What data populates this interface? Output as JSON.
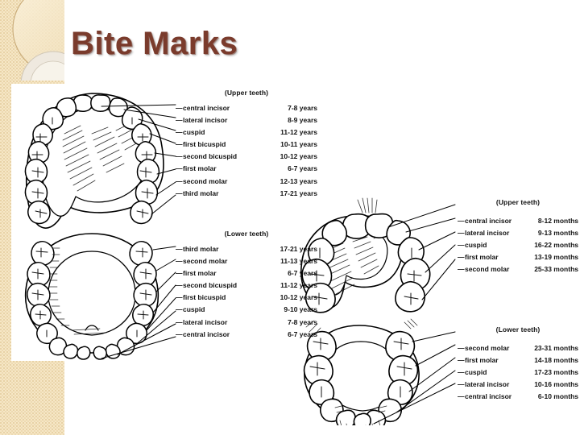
{
  "slide": {
    "title": "Bite Marks",
    "title_color": "#7a3b2c",
    "background_color": "#ffffff",
    "accent_color": "#f6e7c6"
  },
  "figures": {
    "adult": {
      "name": "permanent-dentition-diagram",
      "upper": {
        "heading": "(Upper teeth)",
        "rows": [
          {
            "dash": "—",
            "name": "central incisor",
            "age": "7-8 years"
          },
          {
            "dash": "—",
            "name": "lateral incisor",
            "age": "8-9 years"
          },
          {
            "dash": "—",
            "name": "cuspid",
            "age": "11-12 years"
          },
          {
            "dash": "—",
            "name": "first bicuspid",
            "age": "10-11 years"
          },
          {
            "dash": "—",
            "name": "second bicuspid",
            "age": "10-12 years"
          },
          {
            "dash": "—",
            "name": "first molar",
            "age": "6-7 years"
          },
          {
            "dash": "—",
            "name": "second molar",
            "age": "12-13 years"
          },
          {
            "dash": "—",
            "name": "third molar",
            "age": "17-21 years"
          }
        ]
      },
      "lower": {
        "heading": "(Lower teeth)",
        "rows": [
          {
            "dash": "—",
            "name": "third molar",
            "age": "17-21 years"
          },
          {
            "dash": "—",
            "name": "second molar",
            "age": "11-13 years"
          },
          {
            "dash": "—",
            "name": "first molar",
            "age": "6-7 years"
          },
          {
            "dash": "—",
            "name": "second bicuspid",
            "age": "11-12 years"
          },
          {
            "dash": "—",
            "name": "first bicuspid",
            "age": "10-12 years"
          },
          {
            "dash": "—",
            "name": "cuspid",
            "age": "9-10 years"
          },
          {
            "dash": "—",
            "name": "lateral incisor",
            "age": "7-8 years"
          },
          {
            "dash": "—",
            "name": "central incisor",
            "age": "6-7 years"
          }
        ]
      }
    },
    "child": {
      "name": "deciduous-dentition-diagram",
      "upper": {
        "heading": "(Upper teeth)",
        "rows": [
          {
            "dash": "—",
            "name": "central incisor",
            "age": "8-12 months"
          },
          {
            "dash": "—",
            "name": "lateral incisor",
            "age": "9-13 months"
          },
          {
            "dash": "—",
            "name": "cuspid",
            "age": "16-22 months"
          },
          {
            "dash": "—",
            "name": "first molar",
            "age": "13-19 months"
          },
          {
            "dash": "—",
            "name": "second molar",
            "age": "25-33 months"
          }
        ]
      },
      "lower": {
        "heading": "(Lower teeth)",
        "rows": [
          {
            "dash": "—",
            "name": "second molar",
            "age": "23-31 months"
          },
          {
            "dash": "—",
            "name": "first molar",
            "age": "14-18 months"
          },
          {
            "dash": "—",
            "name": "cuspid",
            "age": "17-23 months"
          },
          {
            "dash": "—",
            "name": "lateral incisor",
            "age": "10-16 months"
          },
          {
            "dash": "—",
            "name": "central incisor",
            "age": "6-10 months"
          }
        ]
      }
    }
  }
}
